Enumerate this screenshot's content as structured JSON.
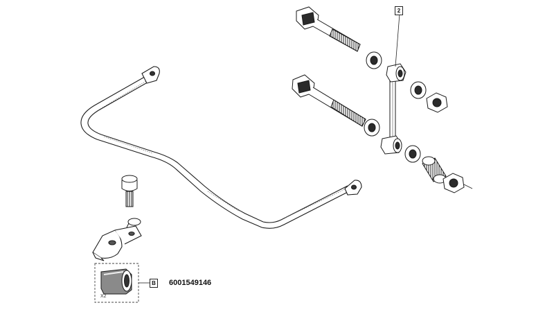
{
  "diagram": {
    "callout_link": "2",
    "callout_bush": "B",
    "part_number": "6001549146",
    "quantity": "X2"
  },
  "colors": {
    "line": "#1a1a1a",
    "shade": "#6a6a6a",
    "dark": "#2b2b2b",
    "fill": "#ffffff"
  }
}
